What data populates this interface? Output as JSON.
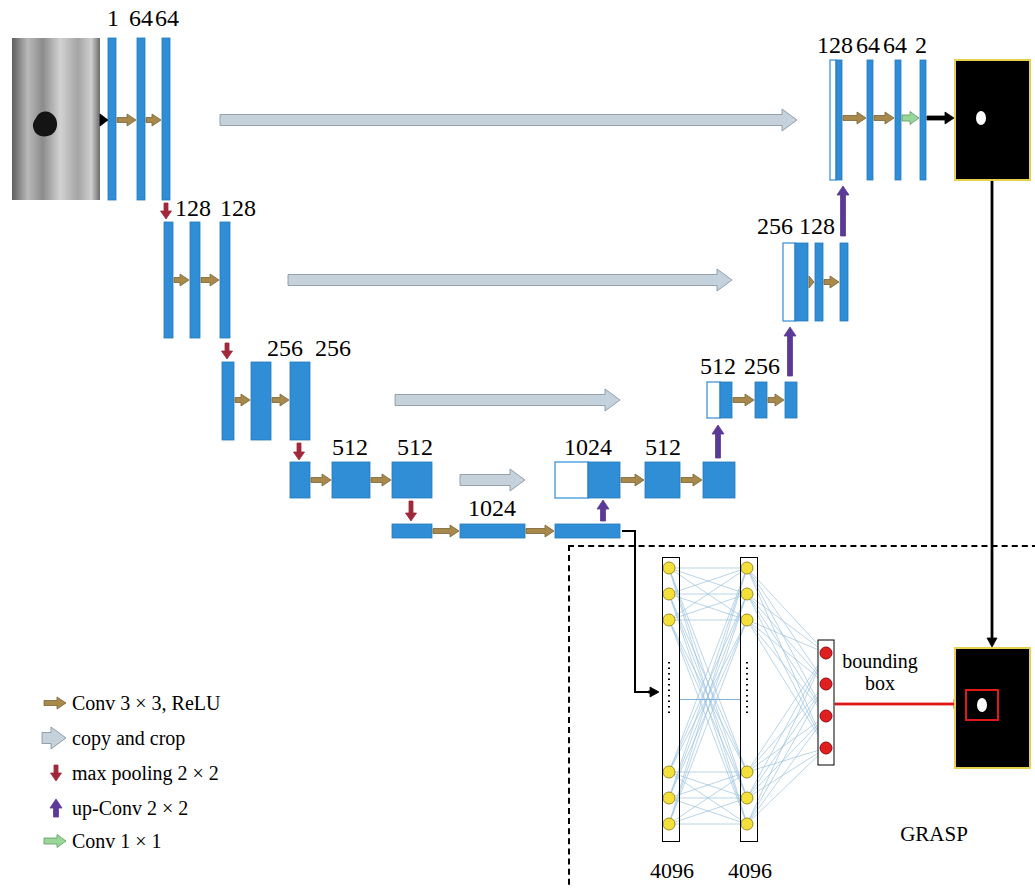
{
  "diagram": {
    "nodes": [
      {
        "text": [
          "GRASP"
        ]
      },
      {
        "text": [
          "4096"
        ],
        "in": 0
      },
      {
        "text": [
          "4096"
        ],
        "in": 0
      }
    ],
    "edges": [
      {
        "from": 1,
        "to": 2,
        "arrow": "none"
      }
    ],
    "labels": [
      "1",
      "64",
      "64",
      "128",
      "128",
      "256",
      "256",
      "512",
      "512",
      "1024",
      "1024",
      "512",
      "512",
      "256",
      "256",
      "128",
      "128",
      "64",
      "64",
      "2",
      "bounding box"
    ],
    "legend": [
      {
        "text": "Conv 3 × 3, ReLU"
      },
      {
        "text": "copy and crop"
      },
      {
        "text": "max pooling 2 × 2"
      },
      {
        "text": "up-Conv 2 × 2"
      },
      {
        "text": "Conv 1 × 1"
      }
    ]
  }
}
